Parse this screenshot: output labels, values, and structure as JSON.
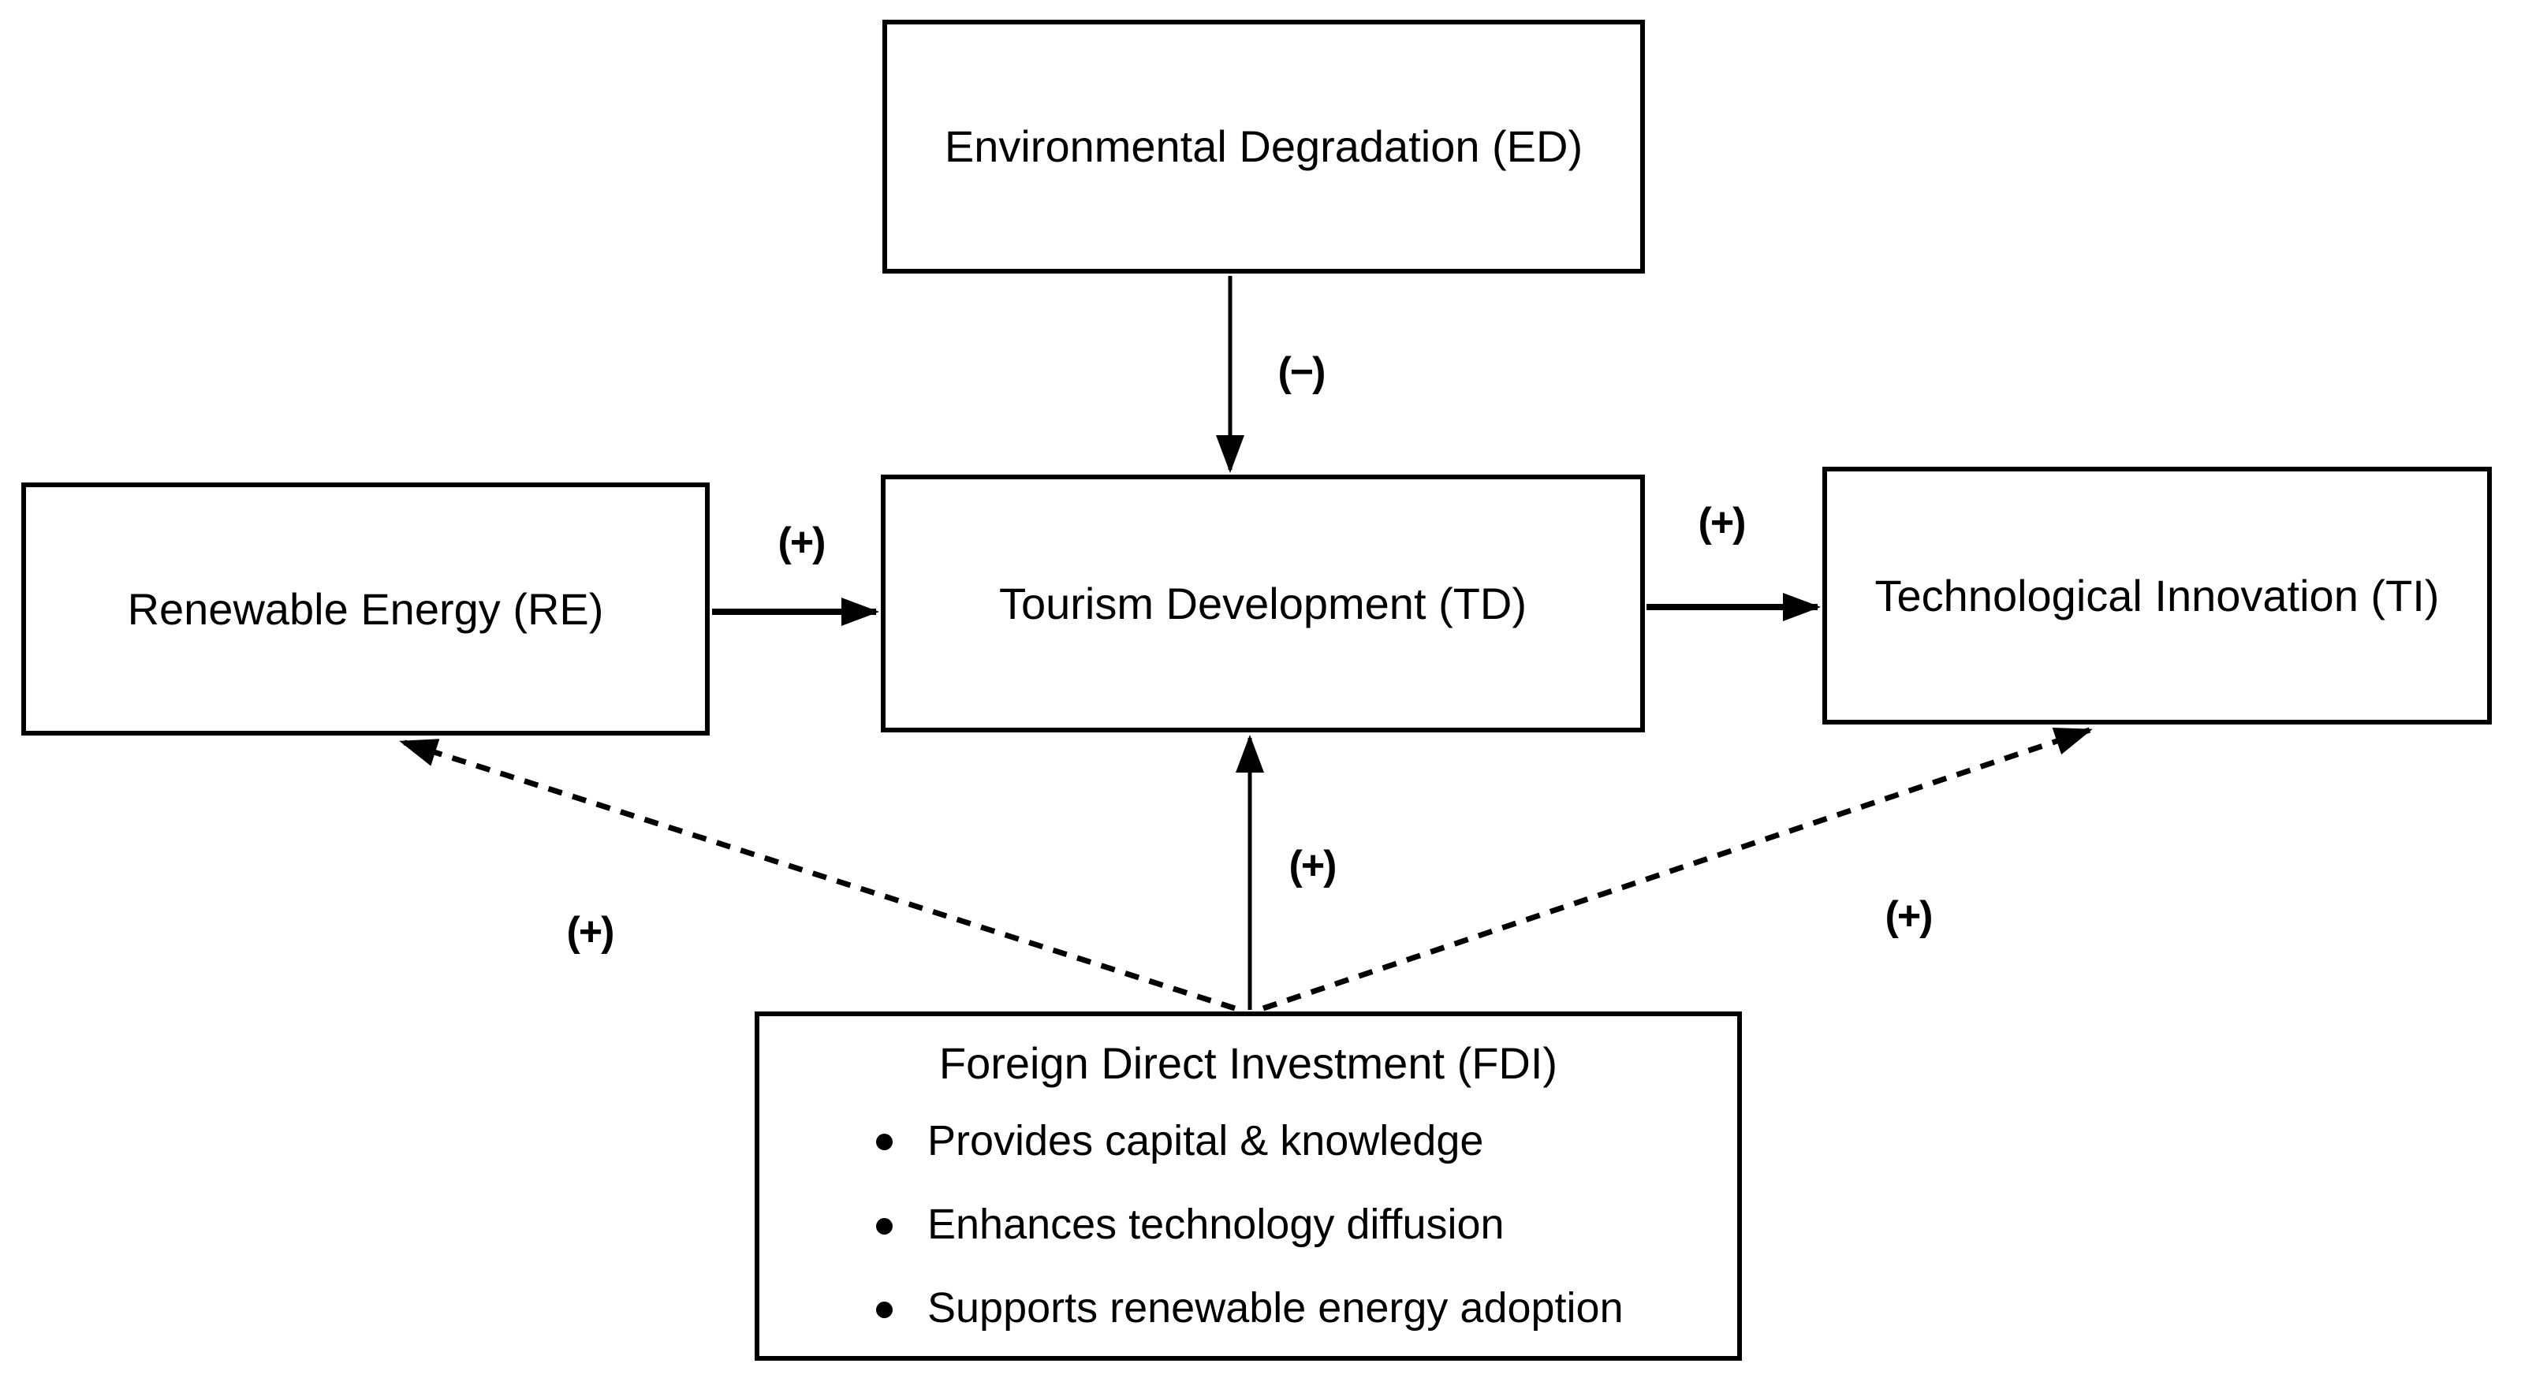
{
  "diagram": {
    "nodes": {
      "ed": {
        "label": "Environmental Degradation (ED)"
      },
      "re": {
        "label": "Renewable Energy (RE)"
      },
      "td": {
        "label": "Tourism Development (TD)"
      },
      "ti": {
        "label": "Technological Innovation (TI)"
      },
      "fdi": {
        "title": "Foreign Direct Investment (FDI)",
        "bullets": [
          "Provides capital & knowledge",
          "Enhances technology diffusion",
          "Supports renewable energy adoption"
        ]
      }
    },
    "edges": {
      "ed_td": {
        "sign": "(−)",
        "style": "solid",
        "from": "ED",
        "to": "TD"
      },
      "re_td": {
        "sign": "(+)",
        "style": "solid",
        "from": "RE",
        "to": "TD"
      },
      "td_ti": {
        "sign": "(+)",
        "style": "solid",
        "from": "TD",
        "to": "TI"
      },
      "fdi_td": {
        "sign": "(+)",
        "style": "solid",
        "from": "FDI",
        "to": "TD"
      },
      "fdi_re": {
        "sign": "(+)",
        "style": "dashed",
        "from": "FDI",
        "to": "RE"
      },
      "fdi_ti": {
        "sign": "(+)",
        "style": "dashed",
        "from": "FDI",
        "to": "TI"
      }
    },
    "colors": {
      "line": "#000000",
      "box_border": "#000000",
      "background": "#ffffff",
      "text": "#000000"
    }
  }
}
